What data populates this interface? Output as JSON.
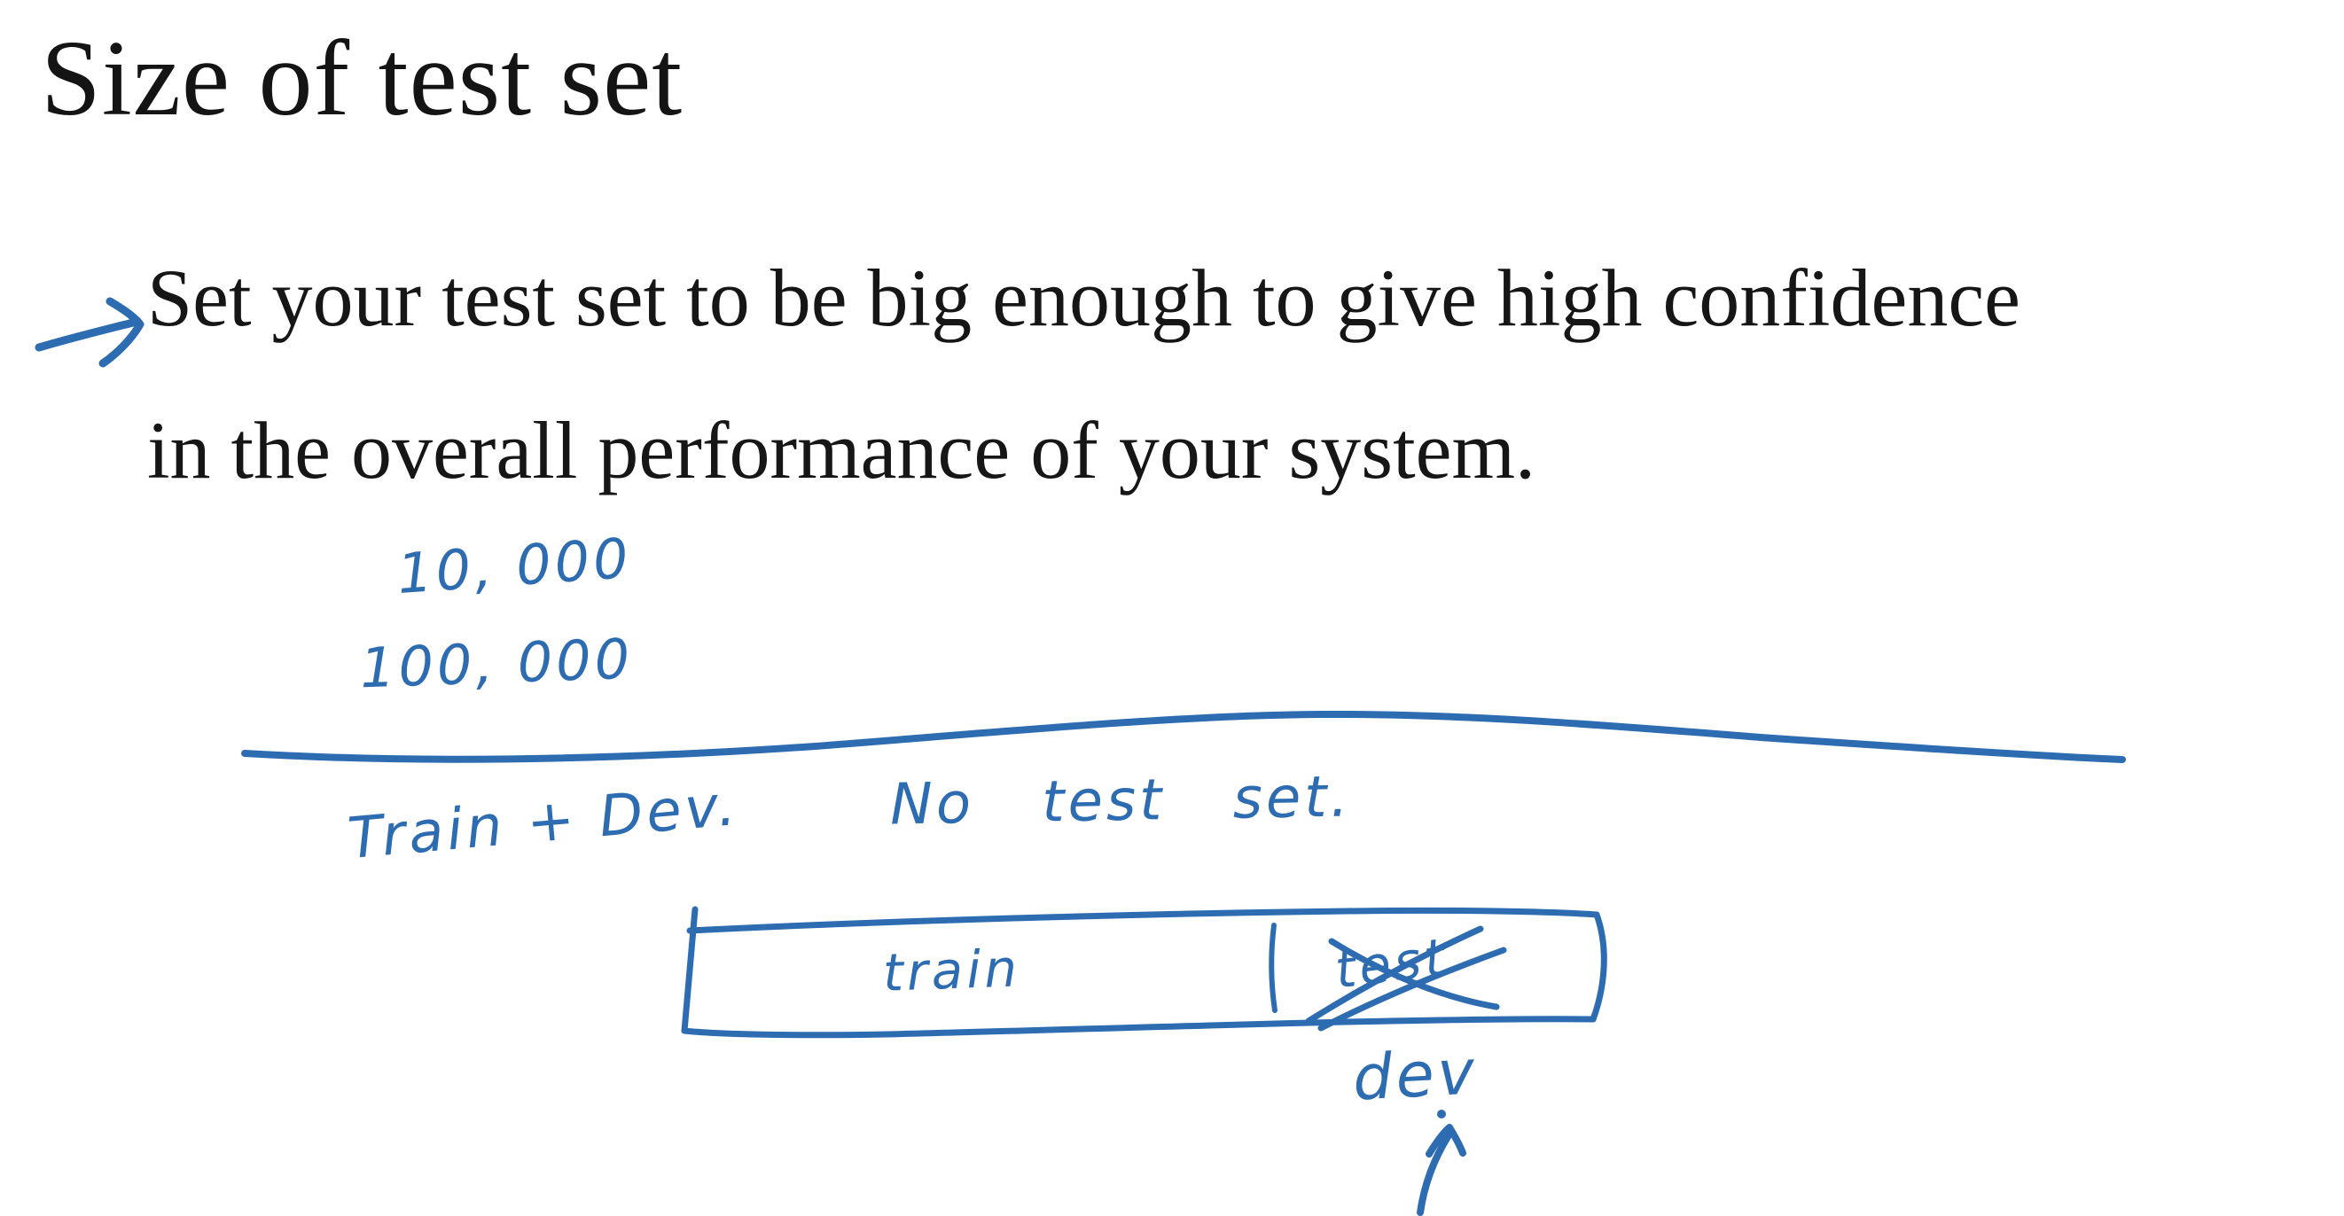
{
  "slide": {
    "title": "Size of test set",
    "bullet": {
      "line1": "Set your test set to be big enough to give high confidence",
      "line2": "in the overall performance of your system."
    }
  },
  "handwriting": {
    "size_example_1": "10, 000",
    "size_example_2": "100, 000",
    "train_dev_label": "Train + Dev.",
    "no_test_label": "No test set.",
    "box_train_label": "train",
    "box_test_label": "test",
    "dev_label": "dev"
  },
  "colors": {
    "ink_blue": "#2e6cb2",
    "text_black": "#161616",
    "background": "#ffffff"
  },
  "icons": {
    "bullet_arrow": "hand-drawn right arrow",
    "dev_pointer": "hand-drawn up arrow"
  }
}
